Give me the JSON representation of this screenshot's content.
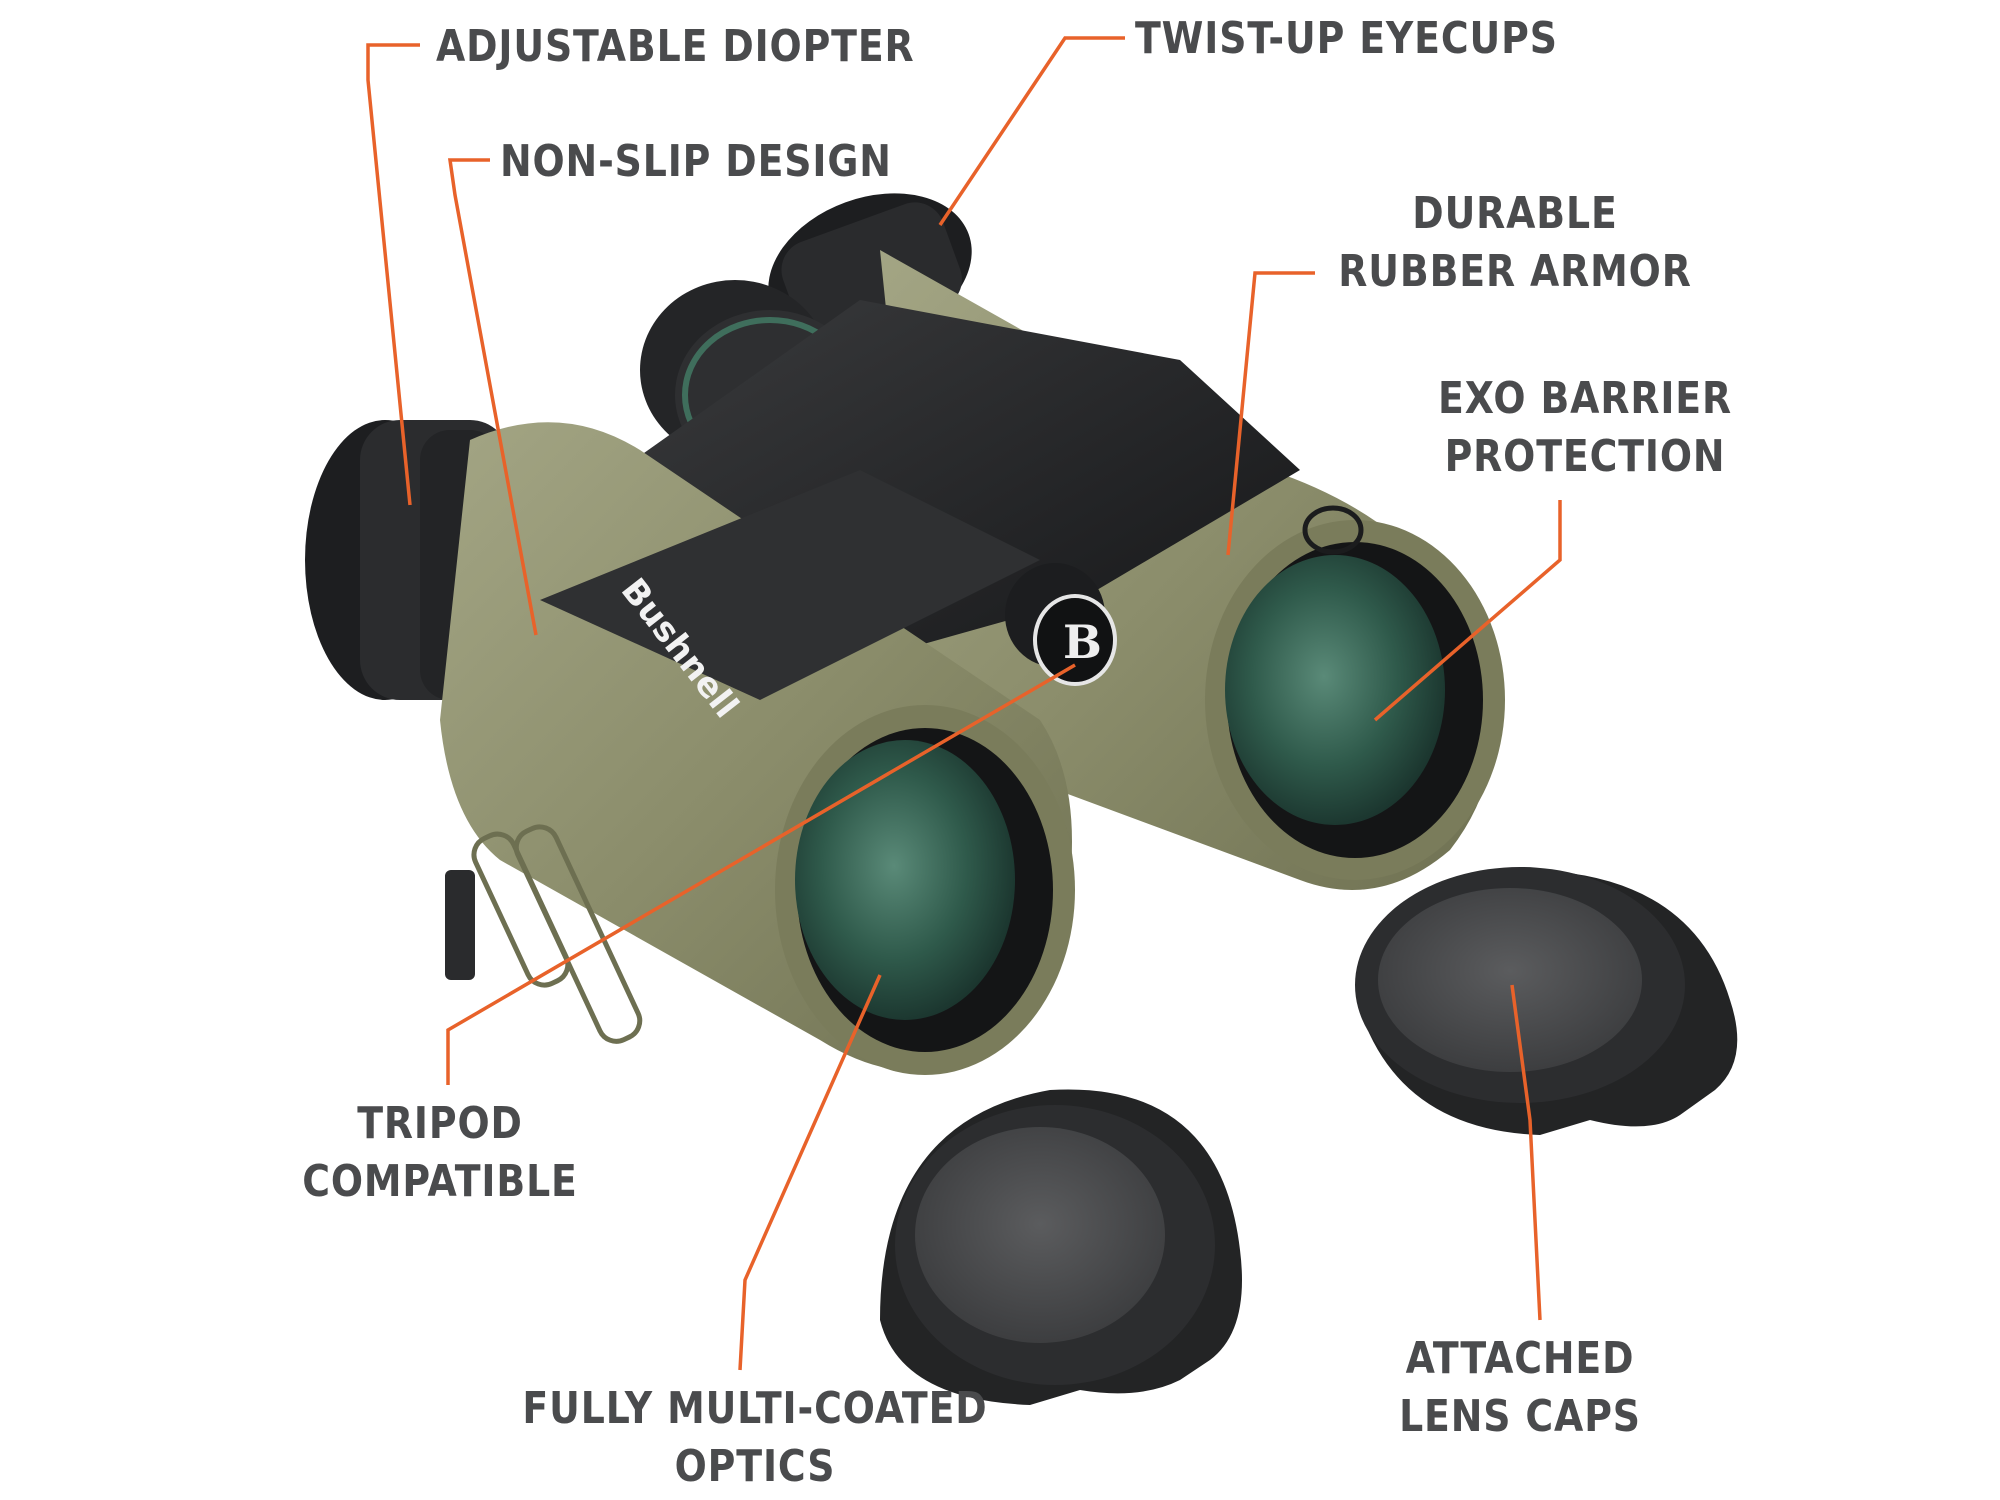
{
  "product": {
    "brand_text": "Bushnell",
    "logo_glyph": "B",
    "colors": {
      "callout_line": "#e8622a",
      "label_text": "#4a4b4d",
      "body_green": "#8d8f6e",
      "armor_dark": "#2b2c2e",
      "lens_green": "#3f6e5c",
      "cap_black": "#2a2a2b",
      "background": "#ffffff"
    }
  },
  "callouts": {
    "adjustable_diopter": {
      "lines": [
        "ADJUSTABLE DIOPTER"
      ]
    },
    "non_slip_design": {
      "lines": [
        "NON-SLIP DESIGN"
      ]
    },
    "twist_up_eyecups": {
      "lines": [
        "TWIST-UP EYECUPS"
      ]
    },
    "durable_rubber_armor": {
      "lines": [
        "DURABLE",
        "RUBBER ARMOR"
      ]
    },
    "exo_barrier_protection": {
      "lines": [
        "EXO BARRIER",
        "PROTECTION"
      ]
    },
    "tripod_compatible": {
      "lines": [
        "TRIPOD",
        "COMPATIBLE"
      ]
    },
    "fully_multi_coated_optics": {
      "lines": [
        "FULLY MULTI-COATED",
        "OPTICS"
      ]
    },
    "attached_lens_caps": {
      "lines": [
        "ATTACHED",
        "LENS CAPS"
      ]
    }
  }
}
